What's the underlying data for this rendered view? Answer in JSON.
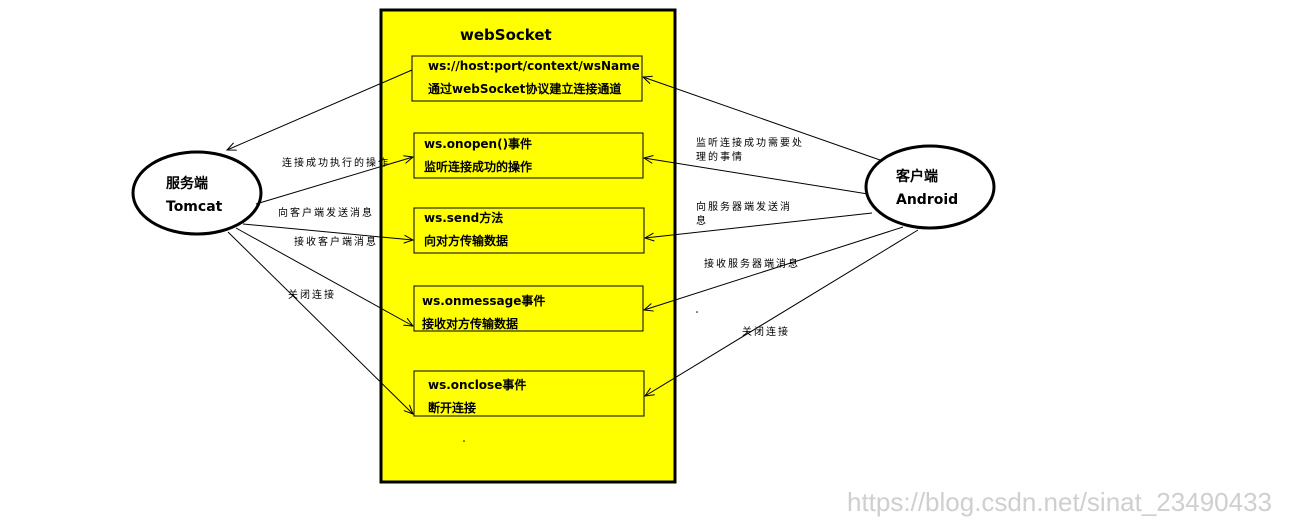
{
  "websocket": {
    "title": "webSocket",
    "boxes": [
      {
        "line1": "ws://host:port/context/wsName",
        "line2": "通过webSocket协议建立连接通道"
      },
      {
        "line1": "ws.onopen()事件",
        "line2": "监听连接成功的操作"
      },
      {
        "line1": "ws.send方法",
        "line2": "向对方传输数据"
      },
      {
        "line1": "ws.onmessage事件",
        "line2": "接收对方传输数据"
      },
      {
        "line1": "ws.onclose事件",
        "line2": "断开连接"
      }
    ]
  },
  "server": {
    "line1": "服务端",
    "line2": "Tomcat"
  },
  "client": {
    "line1": "客户端",
    "line2": "Android"
  },
  "left_labels": {
    "open": "连接成功执行的操作",
    "send": "向客户端发送消息",
    "receive": "接收客户端消息",
    "close": "关闭连接"
  },
  "right_labels": {
    "open_l1": "监听连接成功需要处",
    "open_l2": "理的事情",
    "send_l1": "向服务器端发送消",
    "send_l2": "息",
    "receive": "接收服务器端消息",
    "close": "关闭连接"
  },
  "watermark": "https://blog.csdn.net/sinat_23490433",
  "colors": {
    "panel": "#ffff00",
    "line": "#000000",
    "watermark": "#cfcfcf"
  }
}
